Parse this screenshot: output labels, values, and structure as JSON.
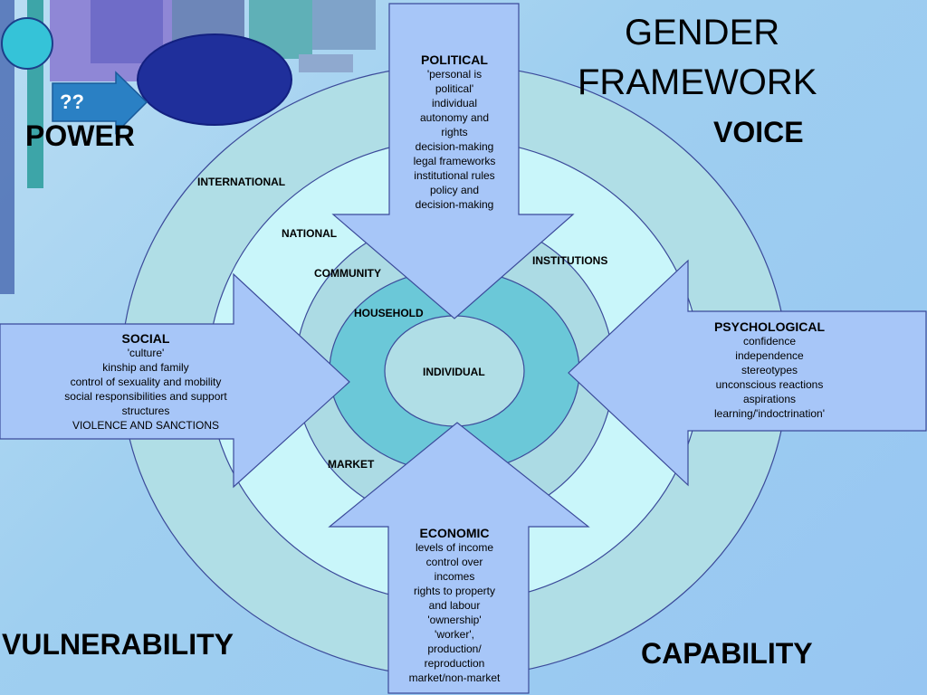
{
  "title_line1": "GENDER",
  "title_line2": "FRAMEWORK",
  "corner_labels": {
    "power": "POWER",
    "voice": "VOICE",
    "vulnerability": "VULNERABILITY",
    "capability": "CAPABILITY"
  },
  "deco_label": "??",
  "rings": {
    "international": "INTERNATIONAL",
    "national": "NATIONAL",
    "community": "COMMUNITY",
    "institutions": "INSTITUTIONS",
    "household": "HOUSEHOLD",
    "market": "MARKET",
    "individual": "INDIVIDUAL"
  },
  "political": {
    "title": "POLITICAL",
    "lines": [
      "'personal is",
      "political'",
      "individual",
      "autonomy and",
      "rights",
      "decision-making",
      "legal frameworks",
      "institutional rules",
      "policy and",
      "decision-making"
    ]
  },
  "social": {
    "title": "SOCIAL",
    "lines": [
      "'culture'",
      "kinship and family",
      "control of sexuality and mobility",
      "social responsibilities and support",
      "structures",
      "VIOLENCE AND SANCTIONS"
    ]
  },
  "psychological": {
    "title": "PSYCHOLOGICAL",
    "lines": [
      "confidence",
      "independence",
      "stereotypes",
      "unconscious reactions",
      "aspirations",
      "learning/'indoctrination'"
    ]
  },
  "economic": {
    "title": "ECONOMIC",
    "lines": [
      "levels of income",
      "control over",
      "incomes",
      "rights to property",
      "and labour",
      "'ownership'",
      "'worker',",
      "production/",
      "reproduction",
      "market/non-market"
    ]
  },
  "colors": {
    "outer_ring": "#b0dee6",
    "second_ring": "#c9f6fa",
    "third_ring": "#acdbe4",
    "household": "#6bc8d8",
    "individual": "#b0dee6",
    "arrow_fill": "#a7c6f8",
    "outline": "#3b4a9a"
  }
}
